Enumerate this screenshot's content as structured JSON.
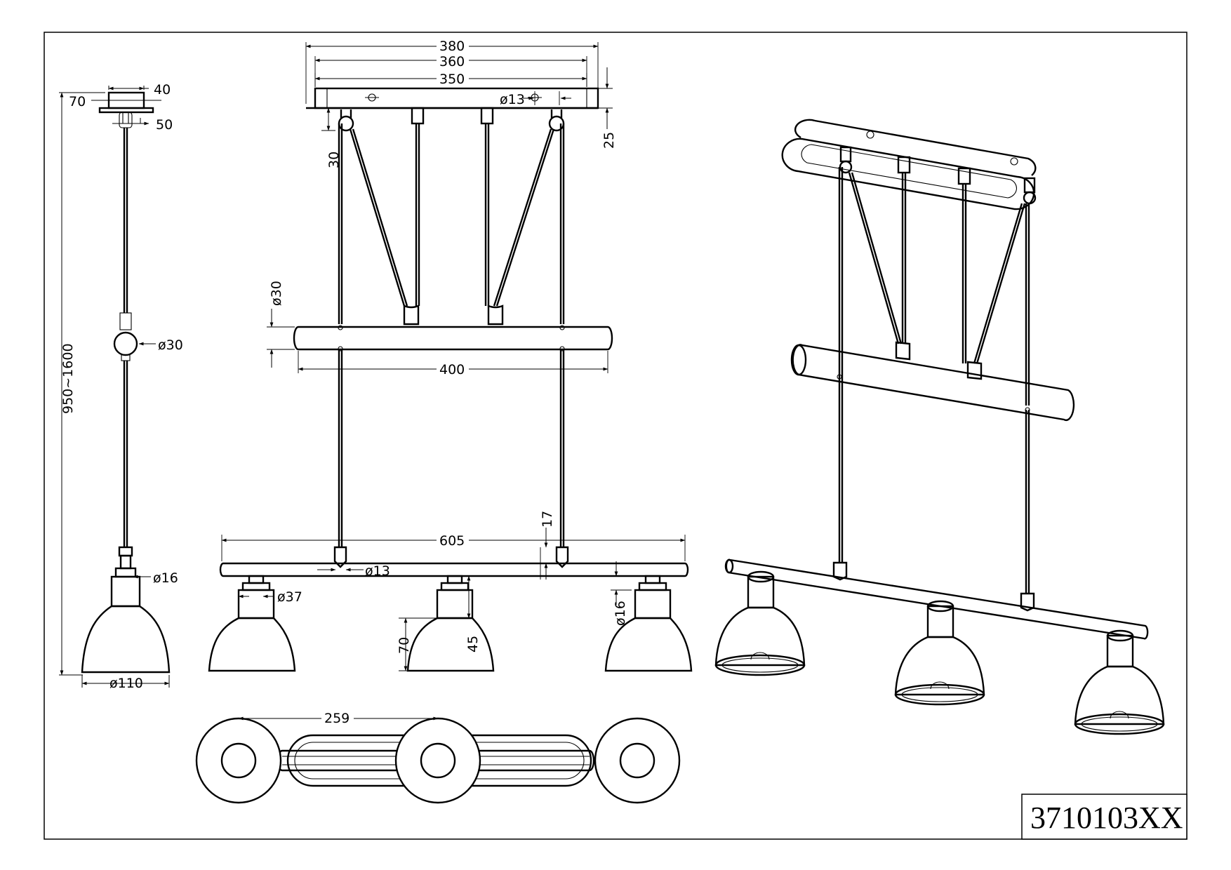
{
  "drawing": {
    "code": "3710103XX",
    "side_view": {
      "canopy_depth": "40",
      "canopy_width": "70",
      "mount": "50",
      "height_range": "950~1600",
      "ball": "ø30",
      "socket": "ø16",
      "shade": "ø110"
    },
    "front_view": {
      "canopy_length": "380",
      "canopy_inner": "360",
      "hole_spacing": "350",
      "hole": "ø13",
      "canopy_height": "25",
      "pulley_drop": "30",
      "upper_bar_dia": "ø30",
      "upper_bar_len": "400",
      "lower_bar_len": "605",
      "connector_h": "17",
      "lower_bar_hole": "ø13",
      "shade_top": "ø37",
      "shade_h": "70",
      "socket_h": "45",
      "socket_dia": "ø16"
    },
    "top_view": {
      "shade_spacing": "259"
    }
  }
}
